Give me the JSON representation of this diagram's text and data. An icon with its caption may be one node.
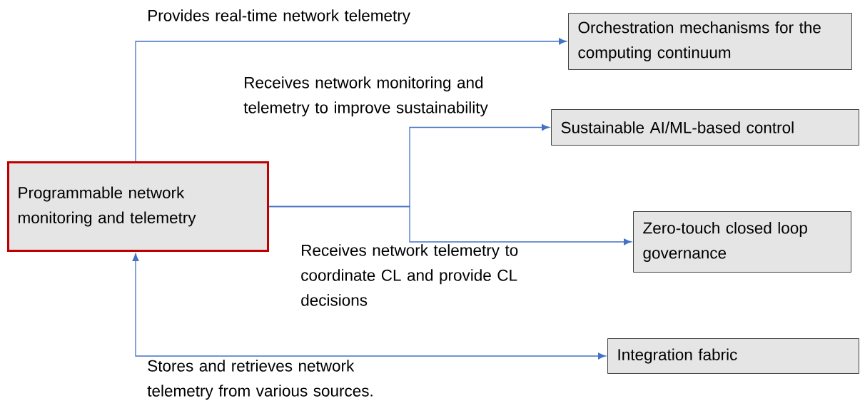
{
  "diagram": {
    "nodes": [
      {
        "text": [
          "Programmable network monitoring and telemetry"
        ]
      },
      {
        "text": [
          "Orchestration mechanisms for the computing continuum"
        ]
      },
      {
        "text": [
          "Sustainable AI/ML-based control"
        ]
      },
      {
        "text": [
          "Zero-touch closed loop governance"
        ]
      },
      {
        "text": [
          "Integration fabric"
        ]
      }
    ],
    "edges": [
      {
        "from": 0,
        "to": 1,
        "arrow": "to",
        "label": "Provides real-time network telemetry"
      },
      {
        "from": 0,
        "to": 2,
        "arrow": "to",
        "label": "Receives network monitoring and telemetry to improve sustainability"
      },
      {
        "from": 0,
        "to": 3,
        "arrow": "to",
        "label": "Receives network telemetry to coordinate CL and provide CL decisions"
      },
      {
        "from": 0,
        "to": 4,
        "arrow": "both",
        "label": "Stores and retrieves network telemetry from various sources."
      }
    ]
  }
}
